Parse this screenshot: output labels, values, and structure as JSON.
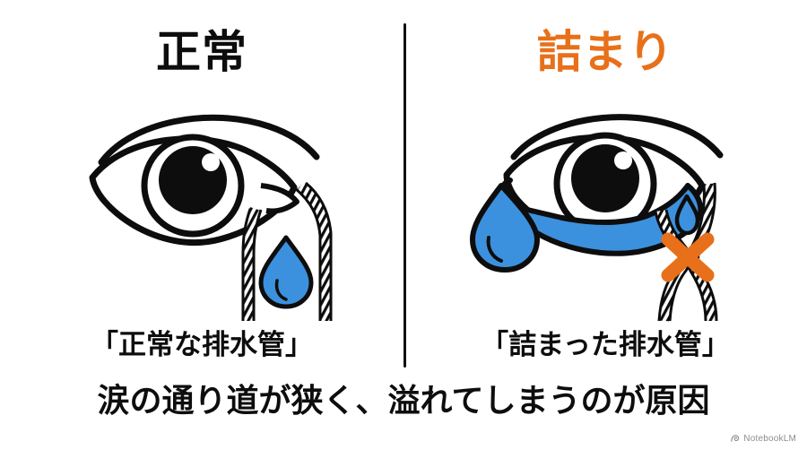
{
  "background_color": "#ffffff",
  "panels": {
    "left": {
      "title": "正常",
      "title_color": "#0d0d0d",
      "caption": "「正常な排水管」",
      "illustration": {
        "name": "normal-tear-duct-diagram",
        "eye_outline_color": "#0d0d0d",
        "duct_color": "#0d0d0d",
        "teardrop_color": "#3c91de",
        "elements": [
          "eye",
          "iris",
          "pupil",
          "pupil-highlight",
          "tear-duct-tube",
          "teardrop-in-duct"
        ]
      }
    },
    "right": {
      "title": "詰まり",
      "title_color": "#e8701a",
      "caption": "「詰まった排水管」",
      "illustration": {
        "name": "blocked-tear-duct-diagram",
        "eye_outline_color": "#0d0d0d",
        "duct_color": "#0d0d0d",
        "tear_pool_color": "#3c91de",
        "teardrop_color": "#3c91de",
        "blockage_mark_color": "#e8701a",
        "blockage_mark": "X",
        "elements": [
          "eye",
          "iris",
          "pupil",
          "pupil-highlight",
          "tear-pool",
          "falling-teardrop",
          "tear-duct-tube",
          "teardrop-in-duct",
          "blockage-x-mark"
        ]
      }
    }
  },
  "divider": {
    "color": "#111111"
  },
  "bottom_caption": "涙の通り道が狭く、溢れてしまうのが原因",
  "watermark": {
    "label": "NotebookLM",
    "icon": "notebooklm-icon",
    "color": "#8d8d8d"
  }
}
